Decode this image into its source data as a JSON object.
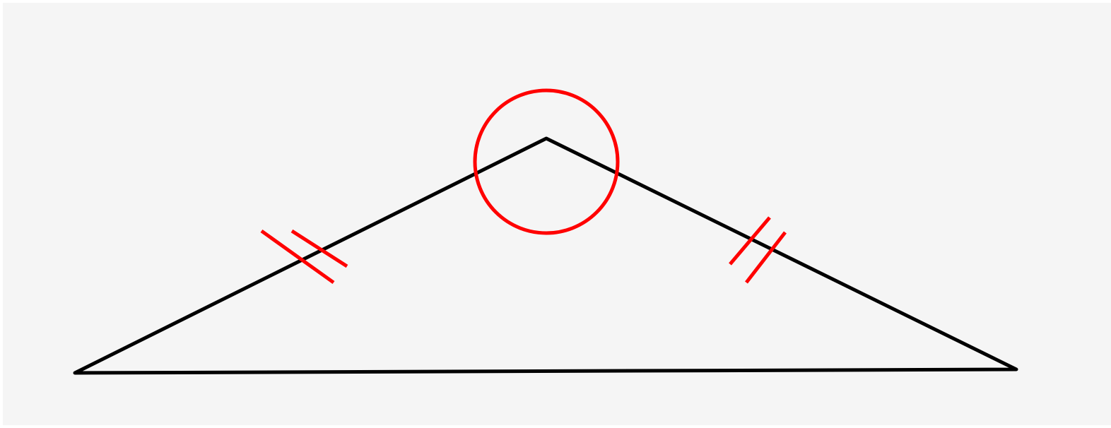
{
  "diagram": {
    "colors": {
      "page": "#ffffff",
      "panel": "#f5f5f5",
      "triangle_stroke": "#000000",
      "marks_stroke": "#ff0000"
    },
    "shape": "isosceles-triangle",
    "equal_sides_marking": "double-tick-marks",
    "apex_angle_marking": "circle",
    "elements": {
      "triangle": "triangle",
      "left_side_marks": "left-side-double-tick-marks",
      "right_side_marks": "right-side-double-tick-marks",
      "apex_circle": "apex-angle-circle"
    }
  }
}
